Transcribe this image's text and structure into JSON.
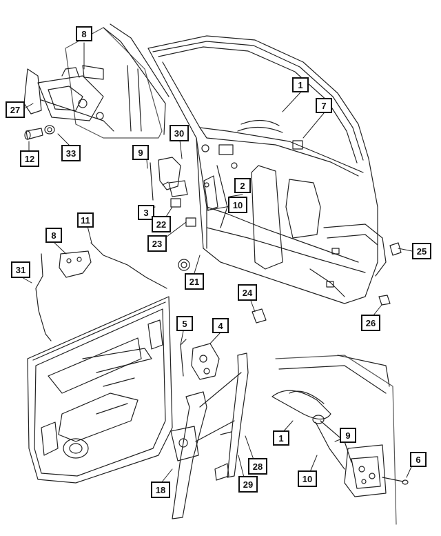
{
  "diagram": {
    "callouts": {
      "c8a": "8",
      "c27": "27",
      "c12": "12",
      "c33": "33",
      "c1a": "1",
      "c7": "7",
      "c30": "30",
      "c9a": "9",
      "c2": "2",
      "c10a": "10",
      "c3": "3",
      "c22": "22",
      "c23": "23",
      "c25": "25",
      "c11": "11",
      "c8b": "8",
      "c31": "31",
      "c21": "21",
      "c24": "24",
      "c26": "26",
      "c5": "5",
      "c4": "4",
      "c1b": "1",
      "c9b": "9",
      "c6": "6",
      "c10b": "10",
      "c28": "28",
      "c29": "29",
      "c18": "18"
    }
  }
}
